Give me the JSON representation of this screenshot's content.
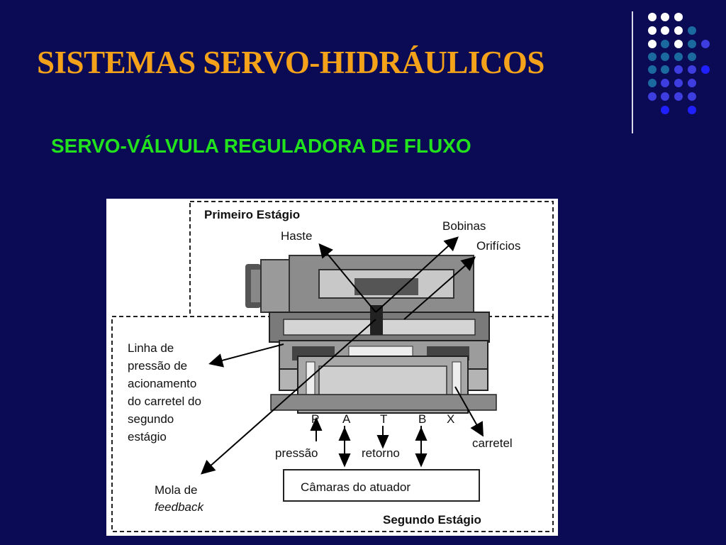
{
  "slide": {
    "title": "SISTEMAS SERVO-HIDRÁULICOS",
    "subtitle": "SERVO-VÁLVULA REGULADORA DE FLUXO"
  },
  "decor": {
    "dot_colors": [
      "#ffffff",
      "#1a6aa0",
      "#3e3ee0",
      "#2020ff"
    ]
  },
  "diagram": {
    "stage1": "Primeiro Estágio",
    "stage2": "Segundo Estágio",
    "haste": "Haste",
    "bobinas": "Bobinas",
    "orificios": "Orifícios",
    "linha": [
      "Linha de",
      "pressão de",
      "acionamento",
      "do carretel do",
      "segundo",
      "estágio"
    ],
    "mola": [
      "Mola de",
      "feedback"
    ],
    "carretel": "carretel",
    "pressao": "pressão",
    "retorno": "retorno",
    "camaras": "Câmaras do atuador",
    "ports": [
      "P",
      "A",
      "T",
      "B",
      "X"
    ]
  }
}
